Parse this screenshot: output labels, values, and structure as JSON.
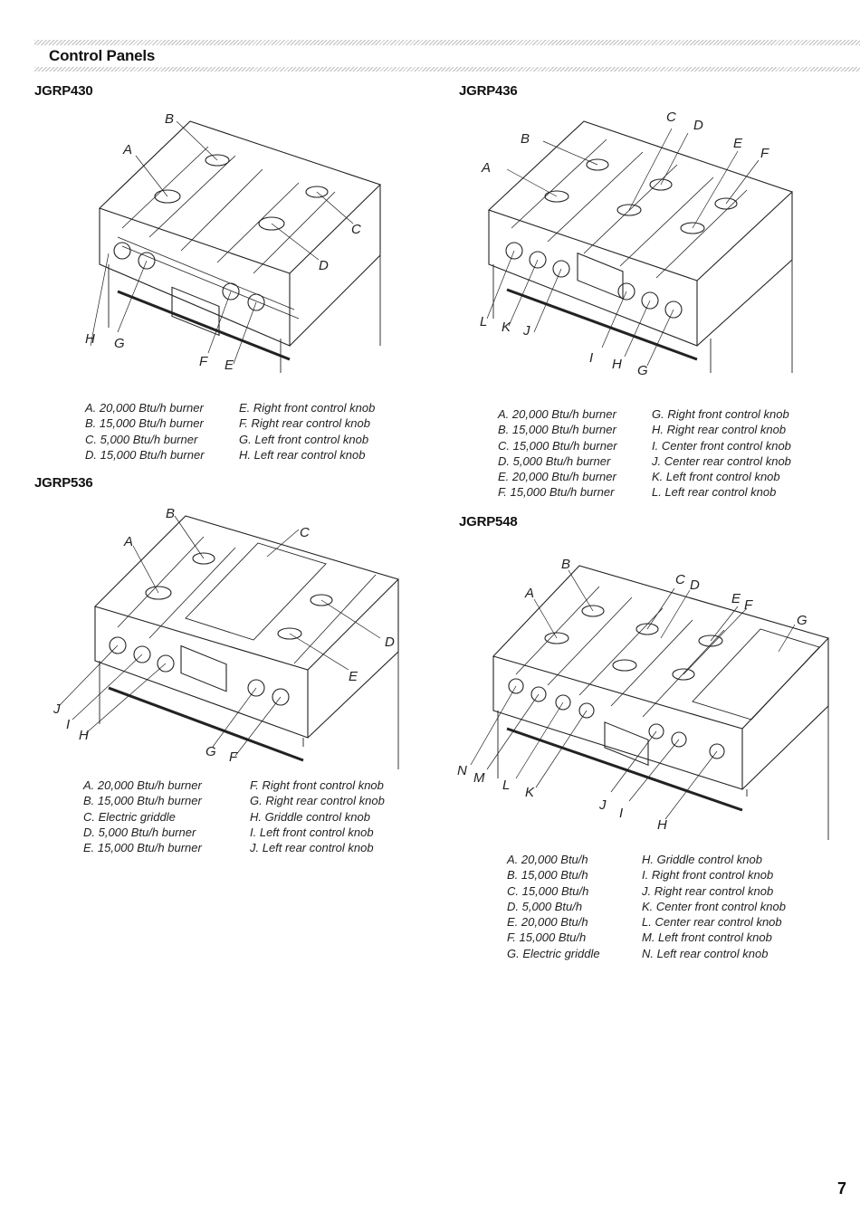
{
  "header": {
    "title": "Control Panels"
  },
  "models": [
    {
      "name": "JGRP430",
      "callouts": [
        "A",
        "B",
        "C",
        "D",
        "E",
        "F",
        "G",
        "H"
      ],
      "legend_left": [
        "A. 20,000 Btu/h burner",
        "B. 15,000 Btu/h burner",
        "C. 5,000 Btu/h burner",
        "D. 15,000 Btu/h burner"
      ],
      "legend_right": [
        "E. Right front control knob",
        "F. Right rear control knob",
        "G. Left front control knob",
        "H. Left rear control knob"
      ]
    },
    {
      "name": "JGRP436",
      "callouts": [
        "A",
        "B",
        "C",
        "D",
        "E",
        "F",
        "G",
        "H",
        "I",
        "J",
        "K",
        "L"
      ],
      "legend_left": [
        "A. 20,000 Btu/h burner",
        "B. 15,000 Btu/h burner",
        "C. 15,000 Btu/h burner",
        "D. 5,000 Btu/h burner",
        "E. 20,000 Btu/h burner",
        "F. 15,000 Btu/h burner"
      ],
      "legend_right": [
        "G. Right front control knob",
        "H. Right rear control knob",
        "I. Center front control knob",
        "J. Center rear control knob",
        "K. Left front control knob",
        "L. Left rear control knob"
      ]
    },
    {
      "name": "JGRP536",
      "callouts": [
        "A",
        "B",
        "C",
        "D",
        "E",
        "F",
        "G",
        "H",
        "I",
        "J"
      ],
      "legend_left": [
        "A. 20,000 Btu/h burner",
        "B. 15,000 Btu/h burner",
        "C. Electric griddle",
        "D. 5,000 Btu/h burner",
        "E. 15,000 Btu/h burner"
      ],
      "legend_right": [
        "F. Right front control knob",
        "G. Right rear control knob",
        "H. Griddle control knob",
        "I. Left front control knob",
        "J. Left rear control knob"
      ]
    },
    {
      "name": "JGRP548",
      "callouts": [
        "A",
        "B",
        "C",
        "D",
        "E",
        "F",
        "G",
        "H",
        "I",
        "J",
        "K",
        "L",
        "M",
        "N"
      ],
      "legend_left": [
        "A. 20,000 Btu/h",
        "B. 15,000 Btu/h",
        "C. 15,000 Btu/h",
        "D. 5,000 Btu/h",
        "E. 20,000 Btu/h",
        "F. 15,000 Btu/h",
        "G. Electric griddle"
      ],
      "legend_right": [
        "H. Griddle control knob",
        "I. Right front control knob",
        "J. Right rear control knob",
        "K. Center front control knob",
        "L. Center rear control knob",
        "M. Left front control knob",
        "N. Left rear control knob"
      ]
    }
  ],
  "page_number": "7"
}
